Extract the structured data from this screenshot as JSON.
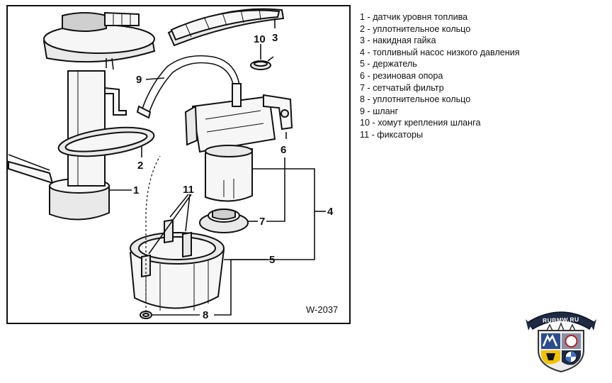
{
  "figure": {
    "code": "W-2037",
    "callouts": {
      "c1": "1",
      "c2": "2",
      "c3": "3",
      "c4": "4",
      "c5": "5",
      "c6": "6",
      "c7": "7",
      "c8": "8",
      "c9": "9",
      "c10": "10",
      "c11": "11"
    }
  },
  "legend": [
    "1 - датчик уровня топлива",
    "2 - уплотнительное кольцо",
    "3 - накидная гайка",
    "4 - топливный насос низкого давления",
    "5 - держатель",
    "6 - резиновая опора",
    "7 - сетчатый фильтр",
    "8 - уплотнительное кольцо",
    "9 - шланг",
    "10 - хомут крепления шланга",
    "11 - фиксаторы"
  ],
  "watermark": {
    "text": "RUBMW.RU"
  }
}
